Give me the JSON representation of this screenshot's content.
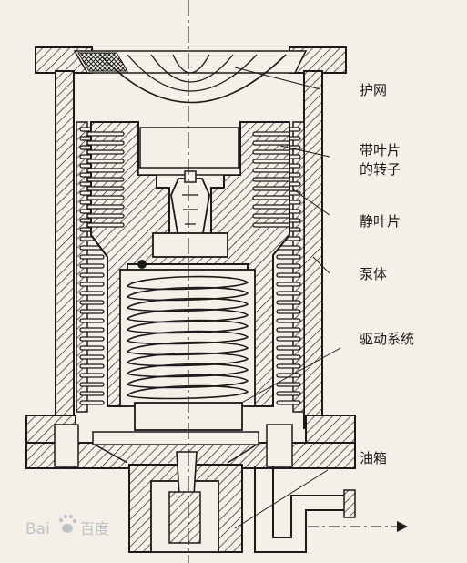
{
  "labels": {
    "screen": "护网",
    "rotor_line1": "带叶片",
    "rotor_line2": "的转子",
    "stator": "静叶片",
    "pump_body": "泵体",
    "drive": "驱动系统",
    "oil_tank": "油箱"
  },
  "watermark": {
    "brand": "Bai",
    "brand_cn": "百度"
  },
  "colors": {
    "ink": "#1a1a1a",
    "paper": "#f4f0e8",
    "watermark": "#bfc3c8"
  }
}
